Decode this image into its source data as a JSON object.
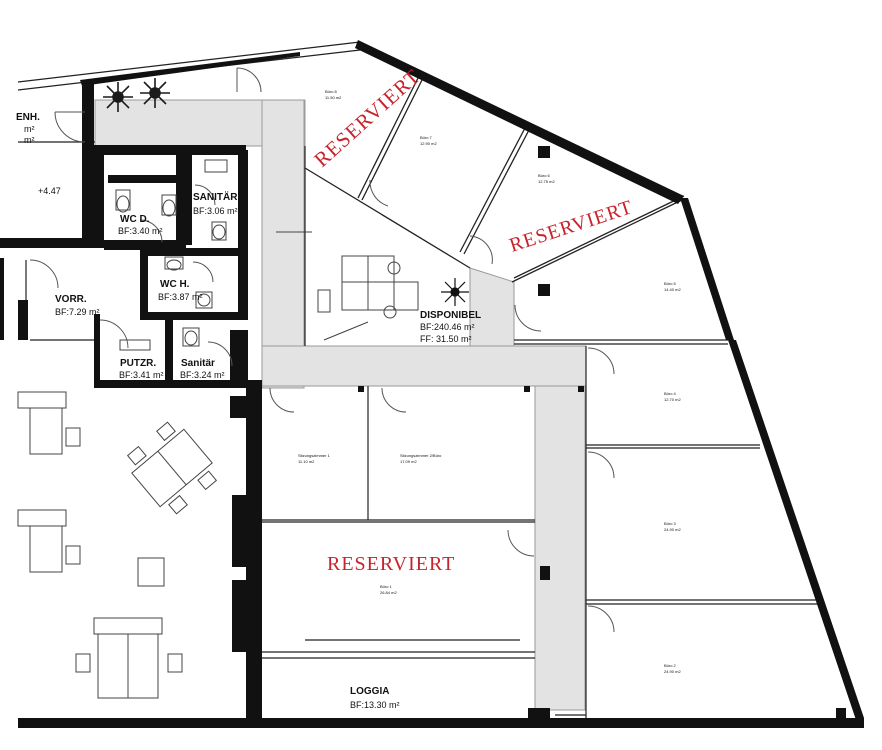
{
  "stamp": "RESERVIERT",
  "rooms": {
    "enh": {
      "name": "ENH.",
      "area": "m²",
      "area2": "m²"
    },
    "level": "+4.47",
    "wc_d": {
      "name": "WC D.",
      "area": "BF:3.40  m²"
    },
    "sanitaer_top": {
      "name": "SANITÄR",
      "area": "BF:3.06  m²"
    },
    "wc_h": {
      "name": "WC H.",
      "area": "BF:3.87  m²"
    },
    "vorr": {
      "name": "VORR.",
      "area": "BF:7.29  m²"
    },
    "putzr": {
      "name": "PUTZR.",
      "area": "BF:3.41  m²"
    },
    "sanitaer_bottom": {
      "name": "Sanitär",
      "area": "BF:3.24  m²"
    },
    "disponibel": {
      "name": "DISPONIBEL",
      "area": "BF:240.46  m²",
      "area2": "FF:  31.50  m²"
    },
    "loggia": {
      "name": "LOGGIA",
      "area": "BF:13.30  m²"
    },
    "buero8": {
      "name": "Büro 8",
      "area": "11.50 m2"
    },
    "buero7": {
      "name": "Büro 7",
      "area": "12.90 m2"
    },
    "buero6": {
      "name": "Büro 6",
      "area": "12.75 m2"
    },
    "buero5": {
      "name": "Büro 5",
      "area": "14.40 m2"
    },
    "buero4": {
      "name": "Büro 4",
      "area": "12.70 m2"
    },
    "buero3": {
      "name": "Büro 3",
      "area": "24.90 m2"
    },
    "buero2": {
      "name": "Büro 2",
      "area": "24.90 m2"
    },
    "buero1": {
      "name": "Büro 1",
      "area": "26.84 m2"
    },
    "sitzung1": {
      "name": "Sitzungszimmer 1",
      "area": "11.10 m2"
    },
    "sitzung2": {
      "name": "Sitzungszimmer 2/Büro",
      "area": "17.09 m2"
    }
  }
}
